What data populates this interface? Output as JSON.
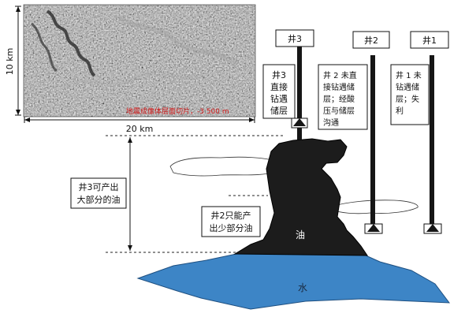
{
  "seismic_panel": {
    "width_label": "20 km",
    "height_label": "10 km",
    "caption": "地震成像体层面切片，-3 500 m"
  },
  "wells": [
    {
      "id": "well-3",
      "label": "井3"
    },
    {
      "id": "well-2",
      "label": "井2"
    },
    {
      "id": "well-1",
      "label": "井1"
    }
  ],
  "notes": {
    "well3": [
      "井3",
      "直接",
      "钻遇",
      "储层"
    ],
    "well2": [
      "井 2 未直",
      "接钻遇储",
      "层；经酸",
      "压与储层",
      "沟通"
    ],
    "well1": [
      "井 1 未",
      "钻遇储",
      "层；失",
      "利"
    ],
    "well3_production": [
      "井3可产出",
      "大部分的油"
    ],
    "well2_production": [
      "井2只能产",
      "出少部分油"
    ]
  },
  "oil_label": "油",
  "water_label": "水",
  "colors": {
    "oil": "#1c1c1c",
    "water": "#3d85c6",
    "well": "#161616"
  }
}
